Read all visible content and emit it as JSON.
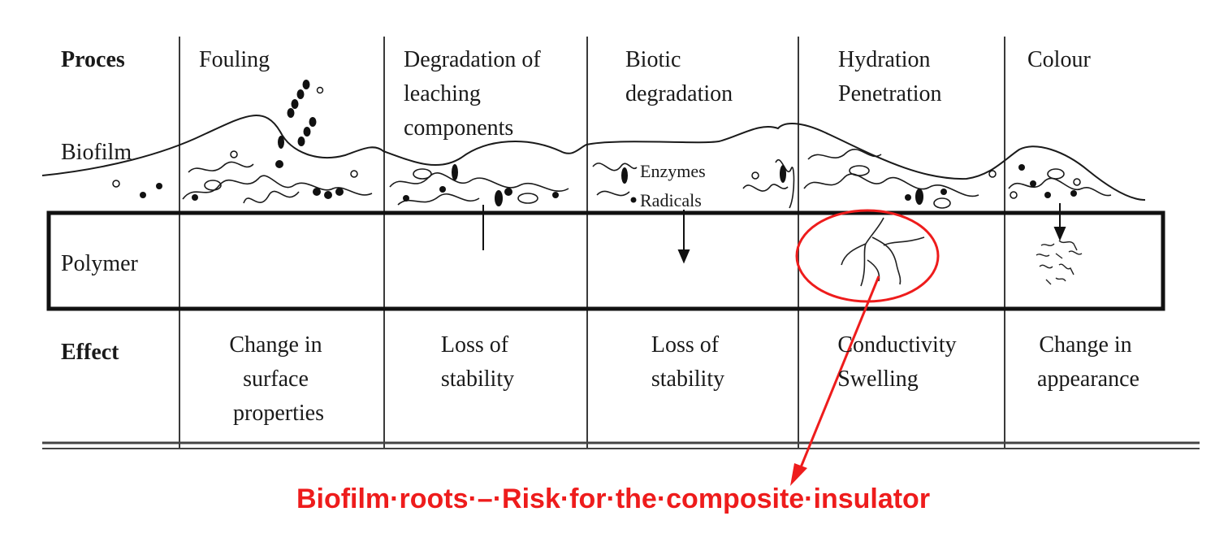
{
  "row_labels": {
    "process": "Proces",
    "biofilm": "Biofilm",
    "polymer": "Polymer",
    "effect": "Effect"
  },
  "columns": [
    {
      "process": [
        "Fouling"
      ],
      "effect": [
        "Change in",
        "surface",
        "properties"
      ]
    },
    {
      "process": [
        "Degradation of",
        "leaching",
        "components"
      ],
      "effect": [
        "Loss of",
        "stability"
      ]
    },
    {
      "process": [
        "Biotic",
        "degradation"
      ],
      "effect": [
        "Loss of",
        "stability"
      ]
    },
    {
      "process": [
        "Hydration",
        "Penetration"
      ],
      "effect": [
        "Conductivity",
        "Swelling"
      ]
    },
    {
      "process": [
        "Colour"
      ],
      "effect": [
        "Change in",
        "appearance"
      ]
    }
  ],
  "biofilm_labels": {
    "enzymes": "Enzymes",
    "radicals": "Radicals"
  },
  "annotation": {
    "caption": "Biofilm·roots·–·Risk·for·the·composite·insulator",
    "color": "#ee1c1c"
  },
  "colors": {
    "ink": "#1a1a1a",
    "highlight": "#ee1c1c"
  }
}
